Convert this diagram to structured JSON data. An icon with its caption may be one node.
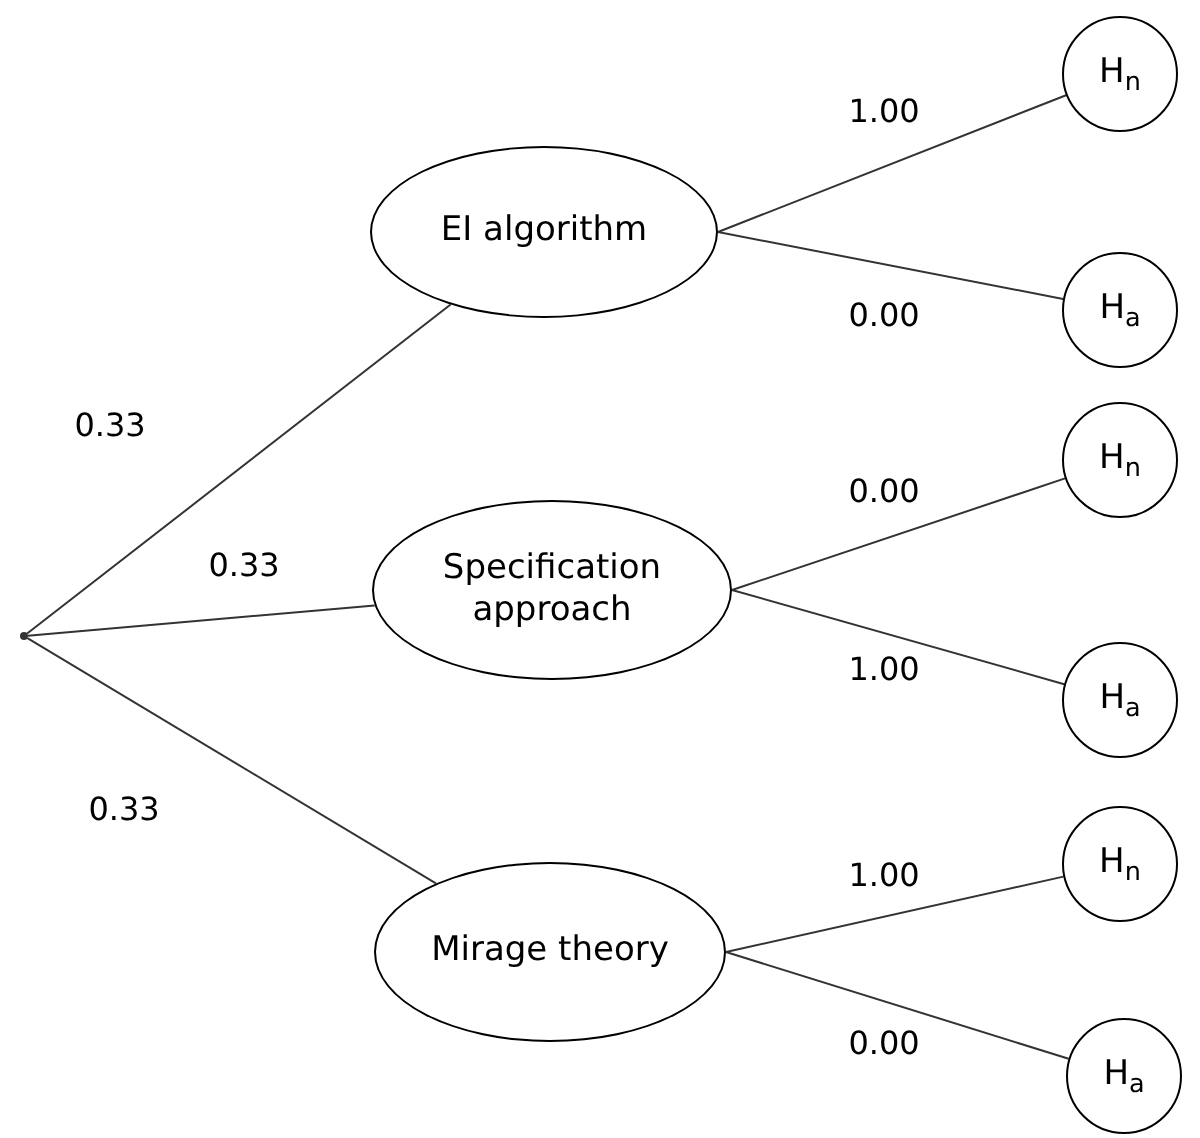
{
  "diagram": {
    "nodes": [
      {
        "text": [],
        "shape": "point"
      },
      {
        "text": [
          "EI algorithm"
        ]
      },
      {
        "text": [
          "H$_{n}$"
        ]
      },
      {
        "text": [
          "H$_{a}$"
        ]
      },
      {
        "text": [
          "Specification approach"
        ]
      },
      {
        "text": [
          "H$_{n}$"
        ]
      },
      {
        "text": [
          "H$_{a}$"
        ]
      },
      {
        "text": [
          "Mirage theory"
        ]
      },
      {
        "text": [
          "H$_{n}$"
        ]
      },
      {
        "text": [
          "H$_{a}$"
        ]
      }
    ],
    "edges": [
      {
        "from": 0,
        "to": 1,
        "arrow": "none",
        "label": "0.33"
      },
      {
        "from": 0,
        "to": 4,
        "arrow": "none",
        "label": "0.33"
      },
      {
        "from": 0,
        "to": 7,
        "arrow": "none",
        "label": "0.33"
      },
      {
        "from": 1,
        "to": 2,
        "arrow": "none",
        "label": "1.00"
      },
      {
        "from": 1,
        "to": 3,
        "arrow": "none",
        "label": "0.00"
      },
      {
        "from": 4,
        "to": 5,
        "arrow": "none",
        "label": "0.00"
      },
      {
        "from": 4,
        "to": 6,
        "arrow": "none",
        "label": "1.00"
      },
      {
        "from": 7,
        "to": 8,
        "arrow": "none",
        "label": "1.00"
      },
      {
        "from": 7,
        "to": 9,
        "arrow": "none",
        "label": "0.00"
      }
    ]
  }
}
